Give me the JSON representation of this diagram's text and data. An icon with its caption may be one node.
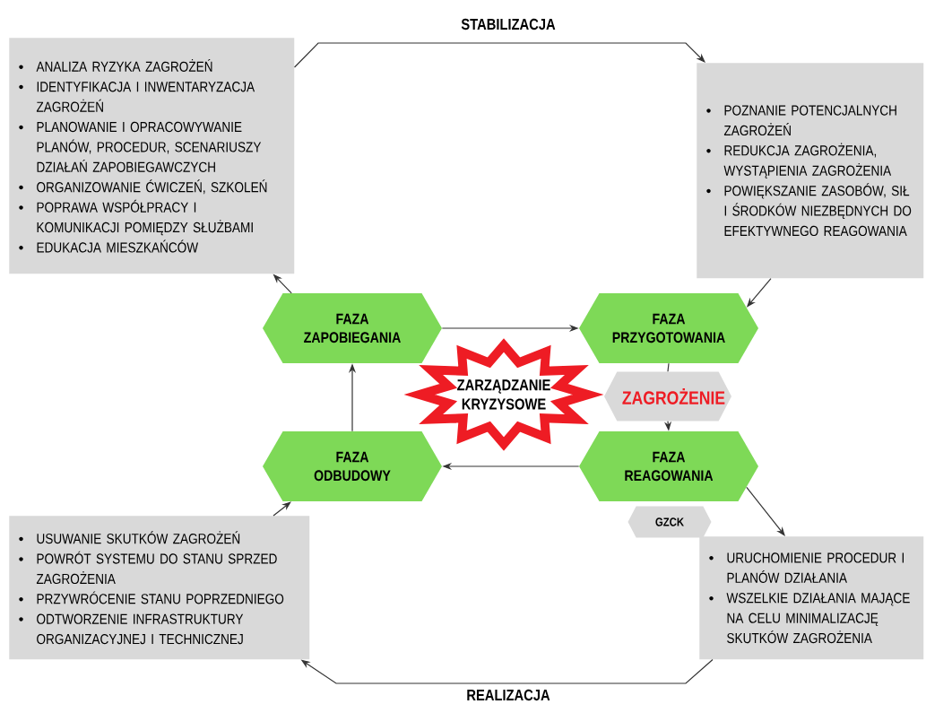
{
  "diagram": {
    "nodes": [
      {
        "text": [
          "ANALIZA RYZYKA ZAGROŻEŃ",
          "IDENTYFIKACJA I INWENTARYZACJA ZAGROŻEŃ",
          "PLANOWANIE I OPRACOWYWANIE PLANÓW, PROCEDUR, SCENARIUSZY DZIAŁAŃ ZAPOBIEGAWCZYCH",
          "ORGANIZOWANIE ĆWICZEŃ, SZKOLEŃ",
          "POPRAWA WSPÓŁPRACY I KOMUNIKACJI POMIĘDZY SŁUŻBAMI",
          "EDUKACJA MIESZKAŃCÓW"
        ]
      },
      {
        "text": [
          "POZNANIE POTENCJALNYCH ZAGROŻEŃ",
          "REDUKCJA ZAGROŻENIA, WYSTĄPIENIA ZAGROŻENIA",
          "POWIĘKSZANIE ZASOBÓW, SIŁ I ŚRODKÓW NIEZBĘDNYCH DO EFEKTYWNEGO REAGOWANIA"
        ]
      },
      {
        "text": [
          "FAZA ZAPOBIEGANIA"
        ]
      },
      {
        "text": [
          "FAZA PRZYGOTOWANIA"
        ]
      },
      {
        "text": [
          "ZARZĄDZANIE KRYZYSOWE"
        ]
      },
      {
        "text": [
          "ZAGROŻENIE"
        ]
      },
      {
        "text": [
          "FAZA ODBUDOWY"
        ]
      },
      {
        "text": [
          "FAZA REAGOWANIA"
        ]
      },
      {
        "text": [
          "GZCK"
        ]
      },
      {
        "text": [
          "USUWANIE SKUTKÓW ZAGROŻEŃ",
          "POWRÓT SYSTEMU DO STANU SPRZED ZAGROŻENIA",
          "PRZYWRÓCENIE STANU POPRZEDNIEGO",
          "ODTWORZENIE INFRASTRUKTURY ORGANIZACYJNEJ I TECHNICZNEJ"
        ]
      },
      {
        "text": [
          "URUCHOMIENIE PROCEDUR I PLANÓW DZIAŁANIA",
          "WSZELKIE DZIAŁANIA MAJĄCE NA CELU MINIMALIZACJĘ SKUTKÓW ZAGROŻENIA"
        ]
      }
    ],
    "edges": [
      {
        "from": 0,
        "to": 1,
        "arrow": "to",
        "label": "STABILIZACJA"
      },
      {
        "from": 1,
        "to": 3,
        "arrow": "to"
      },
      {
        "from": 2,
        "to": 0,
        "arrow": "to"
      },
      {
        "from": 2,
        "to": 3,
        "arrow": "to"
      },
      {
        "from": 3,
        "to": 5,
        "arrow": "none"
      },
      {
        "from": 5,
        "to": 7,
        "arrow": "to"
      },
      {
        "from": 7,
        "to": 6,
        "arrow": "to"
      },
      {
        "from": 6,
        "to": 2,
        "arrow": "to"
      },
      {
        "from": 7,
        "to": 10,
        "arrow": "to"
      },
      {
        "from": 10,
        "to": 9,
        "arrow": "to",
        "label": "REALIZACJA"
      },
      {
        "from": 9,
        "to": 6,
        "arrow": "to"
      }
    ]
  }
}
